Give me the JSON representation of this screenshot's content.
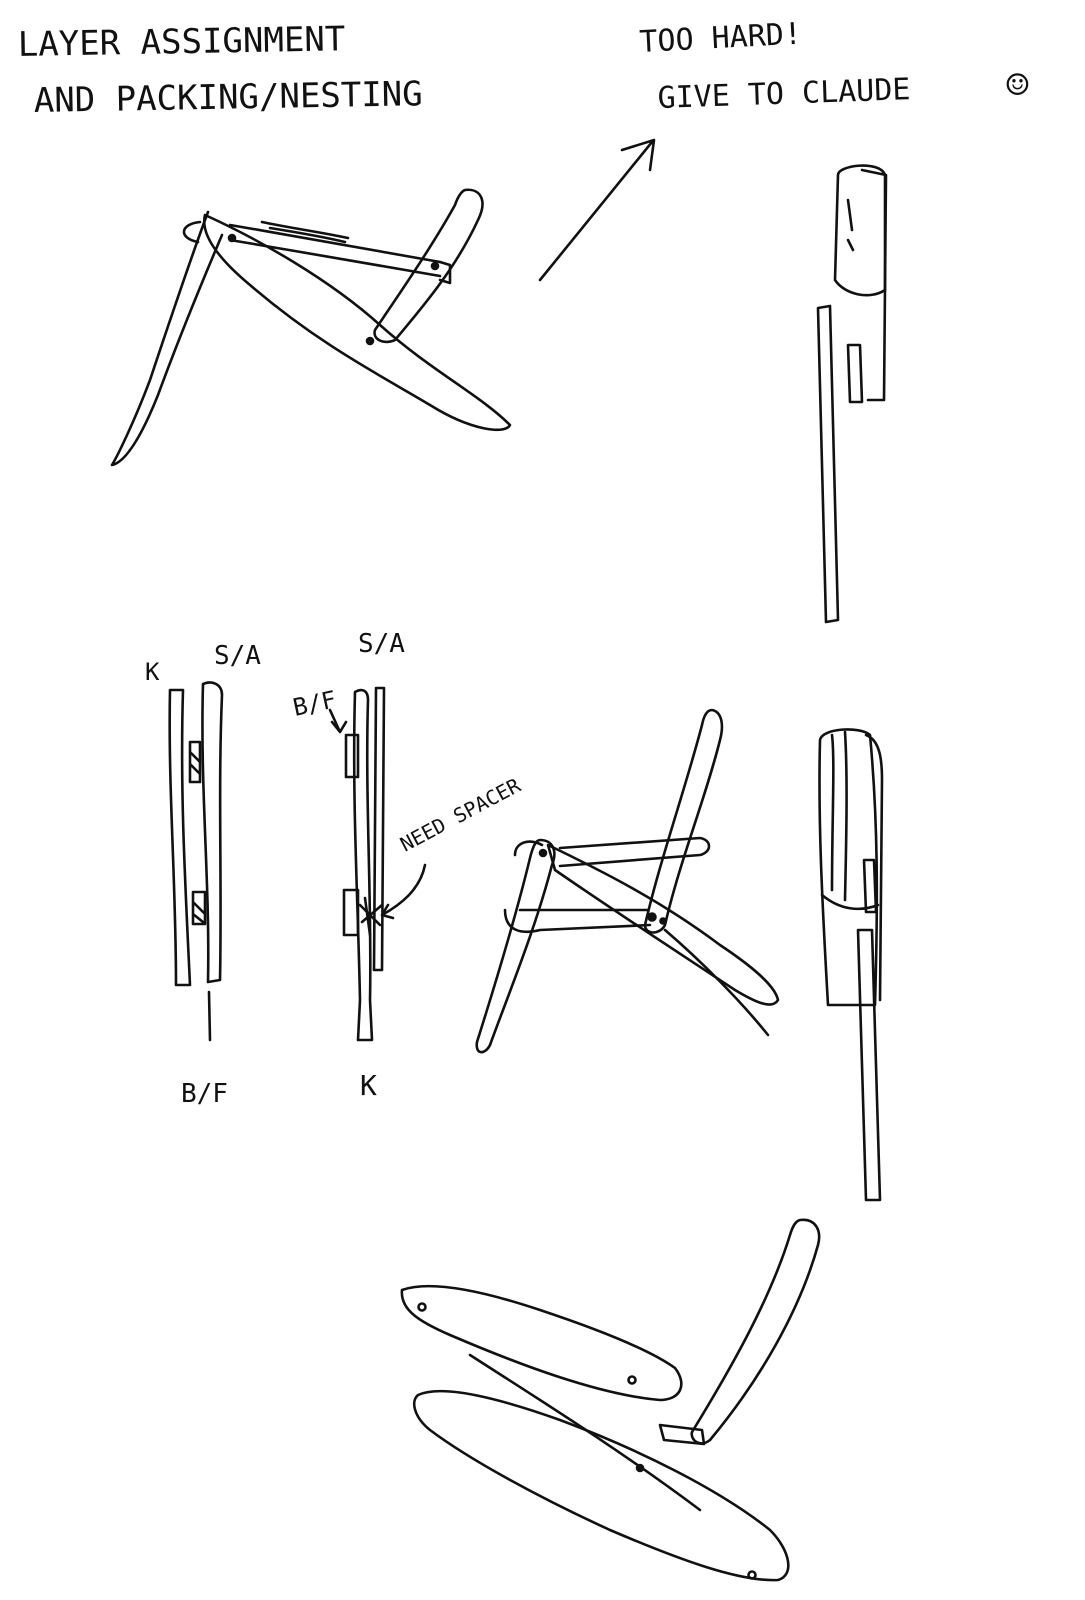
{
  "header": {
    "title_line1": "LAYER ASSIGNMENT",
    "title_line2": "AND PACKING/NESTING",
    "note_line1": "TOO HARD!",
    "note_line2": "GIVE TO CLAUDE",
    "smiley": "☺"
  },
  "labels": {
    "k_left": "K",
    "sa_left": "S/A",
    "bf_left": "B/F",
    "sa_right": "S/A",
    "bf_right": "B/F",
    "k_right": "K",
    "need_spacer": "NEED SPACER"
  },
  "style": {
    "ink": "#111111",
    "paper": "#ffffff"
  }
}
